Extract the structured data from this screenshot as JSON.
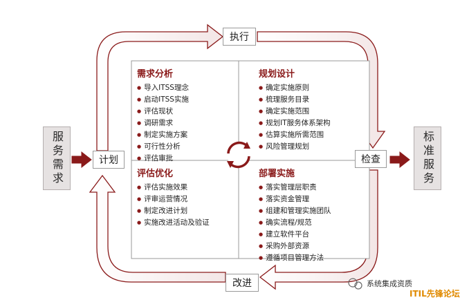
{
  "cycle": {
    "execute_label": "执行",
    "plan_label": "计划",
    "check_label": "检查",
    "improve_label": "改进"
  },
  "inputs": {
    "service_need": "服务需求"
  },
  "outputs": {
    "standard_service": "标准服务"
  },
  "quadrants": {
    "demand_analysis": {
      "title": "需求分析",
      "items": [
        "导入ITSS理念",
        "启动ITSS实施",
        "评估现状",
        "调研需求",
        "制定实施方案",
        "可行性分析",
        "评估审批"
      ]
    },
    "planning_design": {
      "title": "规划设计",
      "items": [
        "确定实施原则",
        "梳理服务目录",
        "确定实施范围",
        "规划IT服务体系架构",
        "估算实施所需范围",
        "风险管理规划"
      ]
    },
    "evaluation_optimization": {
      "title": "评估优化",
      "items": [
        "评估实施效果",
        "评审运营情况",
        "制定改进计划",
        "实施改进活动及验证"
      ]
    },
    "deployment": {
      "title": "部署实施",
      "items": [
        "落实管理层职责",
        "落实资金管理",
        "组建和管理实施团队",
        "确实流程/规范",
        "建立软件平台",
        "采购外部资源",
        "遵循项目管理方法"
      ]
    }
  },
  "watermark": {
    "line1": "系统集成资质",
    "line2": "ITIL先锋论坛"
  },
  "colors": {
    "accent": "#8a1a1a",
    "arrow_fill": "#ffffff",
    "arrow_stroke": "#8a1a1a",
    "side_box": "#e6e2e2"
  }
}
